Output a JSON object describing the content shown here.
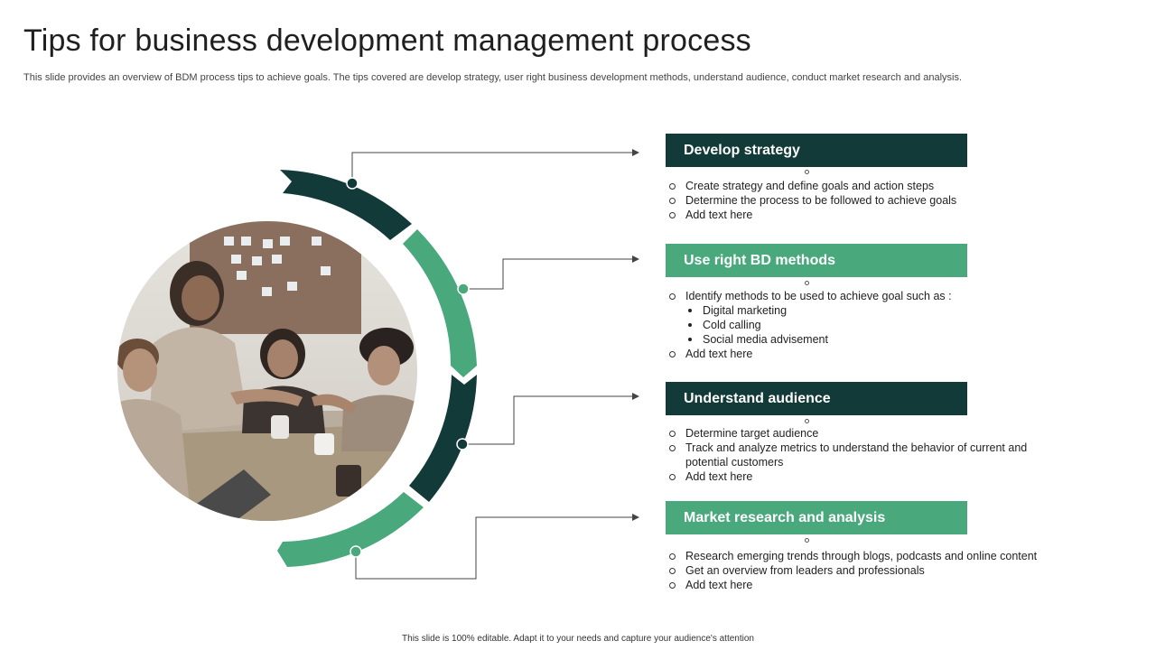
{
  "title": "Tips for business development management process",
  "subtitle": "This slide provides an overview of BDM process tips to achieve goals. The tips covered are develop strategy, user right business development methods, understand audience, conduct market research and analysis.",
  "footer": "This slide is 100% editable.  Adapt it to your needs and capture your audience's attention",
  "colors": {
    "dark": "#113a38",
    "green": "#49a87c"
  },
  "image": {
    "description_icon": "team-handshake-photo"
  },
  "sections": [
    {
      "header": "Develop strategy",
      "items": [
        "Create strategy and define goals and action steps",
        "Determine the process to be followed to achieve goals",
        "Add text here"
      ]
    },
    {
      "header": "Use right BD methods",
      "items": [
        "Identify methods to be used to achieve goal such as :",
        "Digital marketing",
        "Cold calling",
        "Social media advisement",
        "Add text here"
      ]
    },
    {
      "header": "Understand audience",
      "items": [
        "Determine target audience",
        "Track and analyze metrics to understand the behavior  of current and potential customers",
        "Add text here"
      ]
    },
    {
      "header": "Market research and analysis",
      "items": [
        "Research emerging trends through blogs, podcasts and online content",
        "Get an overview  from leaders and professionals",
        "Add text here"
      ]
    }
  ]
}
